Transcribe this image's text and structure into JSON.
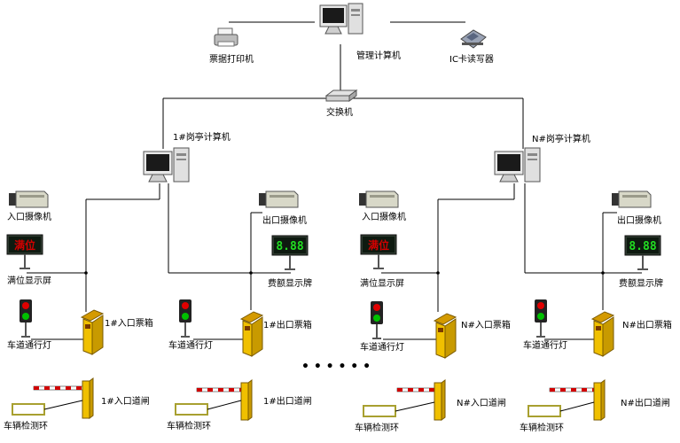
{
  "center": {
    "management_pc": "管理计算机",
    "printer": "票据打印机",
    "ic_reader": "IC卡读写器",
    "switch": "交换机"
  },
  "booths": [
    {
      "computer": "1#岗亭计算机"
    },
    {
      "computer": "N#岗亭计算机"
    }
  ],
  "lanes": [
    {
      "camera": "入口摄像机",
      "sign_text": "满位",
      "sign": "满位显示屏",
      "light": "车道通行灯",
      "box": "1#入口票箱",
      "gate": "1#入口道闸",
      "loop": "车辆检测环",
      "kind": "entry"
    },
    {
      "camera": "出口摄像机",
      "sign_text": "8.88",
      "sign": "费额显示牌",
      "light": "车道通行灯",
      "box": "1#出口票箱",
      "gate": "1#出口道闸",
      "loop": "车辆检测环",
      "kind": "exit"
    },
    {
      "camera": "入口摄像机",
      "sign_text": "满位",
      "sign": "满位显示屏",
      "light": "车道通行灯",
      "box": "N#入口票箱",
      "gate": "N#入口道闸",
      "loop": "车辆检测环",
      "kind": "entry"
    },
    {
      "camera": "出口摄像机",
      "sign_text": "8.88",
      "sign": "费额显示牌",
      "light": "车道通行灯",
      "box": "N#出口票箱",
      "gate": "N#出口道闸",
      "loop": "车辆检测环",
      "kind": "exit"
    }
  ],
  "ellipsis": "• • • • • •",
  "icons": {
    "computer": "desktop-computer-icon",
    "printer": "printer-icon",
    "ic_reader": "card-reader-icon",
    "switch": "network-switch-icon",
    "camera": "camera-icon",
    "sign": "led-display-icon",
    "light": "traffic-light-icon",
    "box": "ticket-box-icon",
    "gate": "barrier-gate-icon",
    "loop": "detection-loop-icon"
  },
  "colors": {
    "sign_full_text": "#d40000",
    "sign_fee_text": "#22dd22",
    "box_body": "#f0c000",
    "barrier_stripe": "#d00000",
    "light_red": "#e00000",
    "light_green": "#00c000"
  }
}
